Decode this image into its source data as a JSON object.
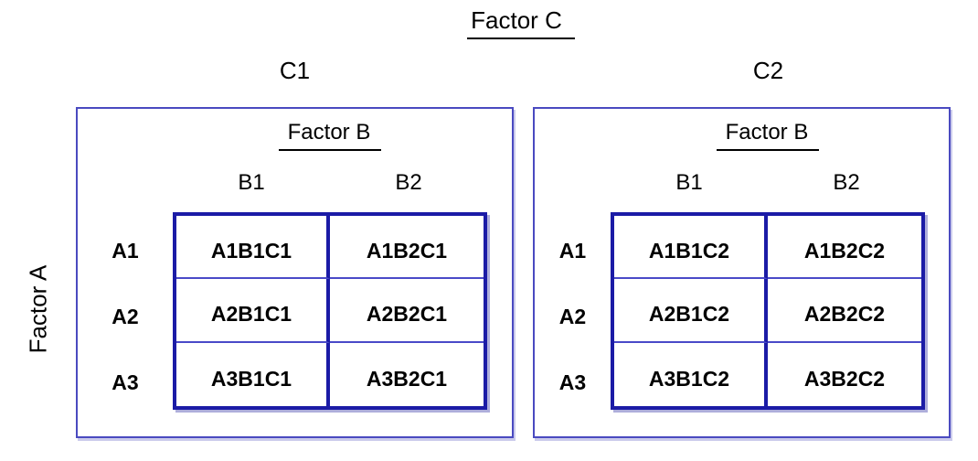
{
  "title": "Factor C",
  "row_factor_label": "Factor A",
  "panels": [
    {
      "c_label": "C1",
      "factor_b_label": "Factor B",
      "col_headers": [
        "B1",
        "B2"
      ],
      "row_headers": [
        "A1",
        "A2",
        "A3"
      ],
      "cells": [
        [
          "A1B1C1",
          "A1B2C1"
        ],
        [
          "A2B1C1",
          "A2B2C1"
        ],
        [
          "A3B1C1",
          "A3B2C1"
        ]
      ]
    },
    {
      "c_label": "C2",
      "factor_b_label": "Factor B",
      "col_headers": [
        "B1",
        "B2"
      ],
      "row_headers": [
        "A1",
        "A2",
        "A3"
      ],
      "cells": [
        [
          "A1B1C2",
          "A1B2C2"
        ],
        [
          "A2B1C2",
          "A2B2C2"
        ],
        [
          "A3B1C2",
          "A3B2C2"
        ]
      ]
    }
  ],
  "colors": {
    "grid_border": "#1b1ba6",
    "thin_divider": "#4a4ac8",
    "panel_border": "#4a4ac0",
    "text": "#000000"
  }
}
